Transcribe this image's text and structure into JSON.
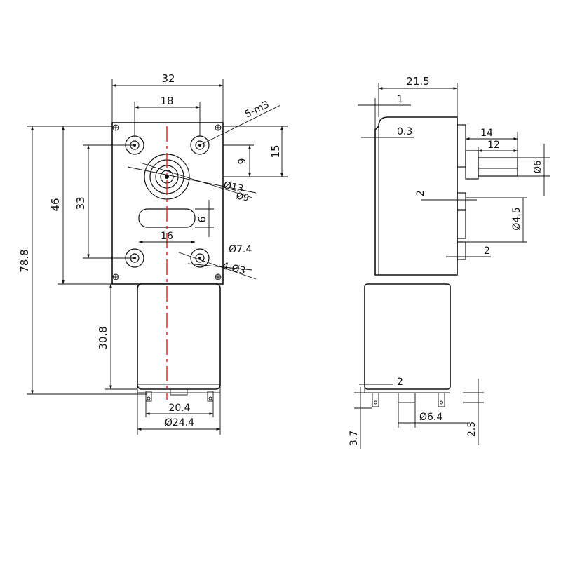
{
  "front_view": {
    "dim_width": "32",
    "dim_hole_spacing": "18",
    "dim_thread": "5-m3",
    "dim_top_offset": "15",
    "dim_shaft_offset": "9",
    "dim_boss_dia": "Ø13",
    "dim_boss_dia_2": "Ø9",
    "dim_hole_vertical": "33",
    "dim_flange_height": "46",
    "dim_total_height": "78.8",
    "dim_slot_width": "16",
    "dim_slot_height": "6",
    "dim_boss_hole": "Ø7.4",
    "dim_mount_hole": "4-Ø3",
    "dim_motor_length": "30.8",
    "dim_motor_flat": "20.4",
    "dim_motor_dia": "Ø24.4"
  },
  "side_view": {
    "dim_total_depth": "21.5",
    "dim_plate": "1",
    "dim_gap": "0.3",
    "dim_shaft_length": "14",
    "dim_shaft_flat": "12",
    "dim_shaft_dia": "Ø6",
    "dim_collar_1": "2",
    "dim_collar_dia": "Ø4.5",
    "dim_collar_2": "2",
    "dim_terminal": "2",
    "dim_terminal_offset": "3.7",
    "dim_bearing_dia": "Ø6.4",
    "dim_bearing_len": "2.5"
  }
}
